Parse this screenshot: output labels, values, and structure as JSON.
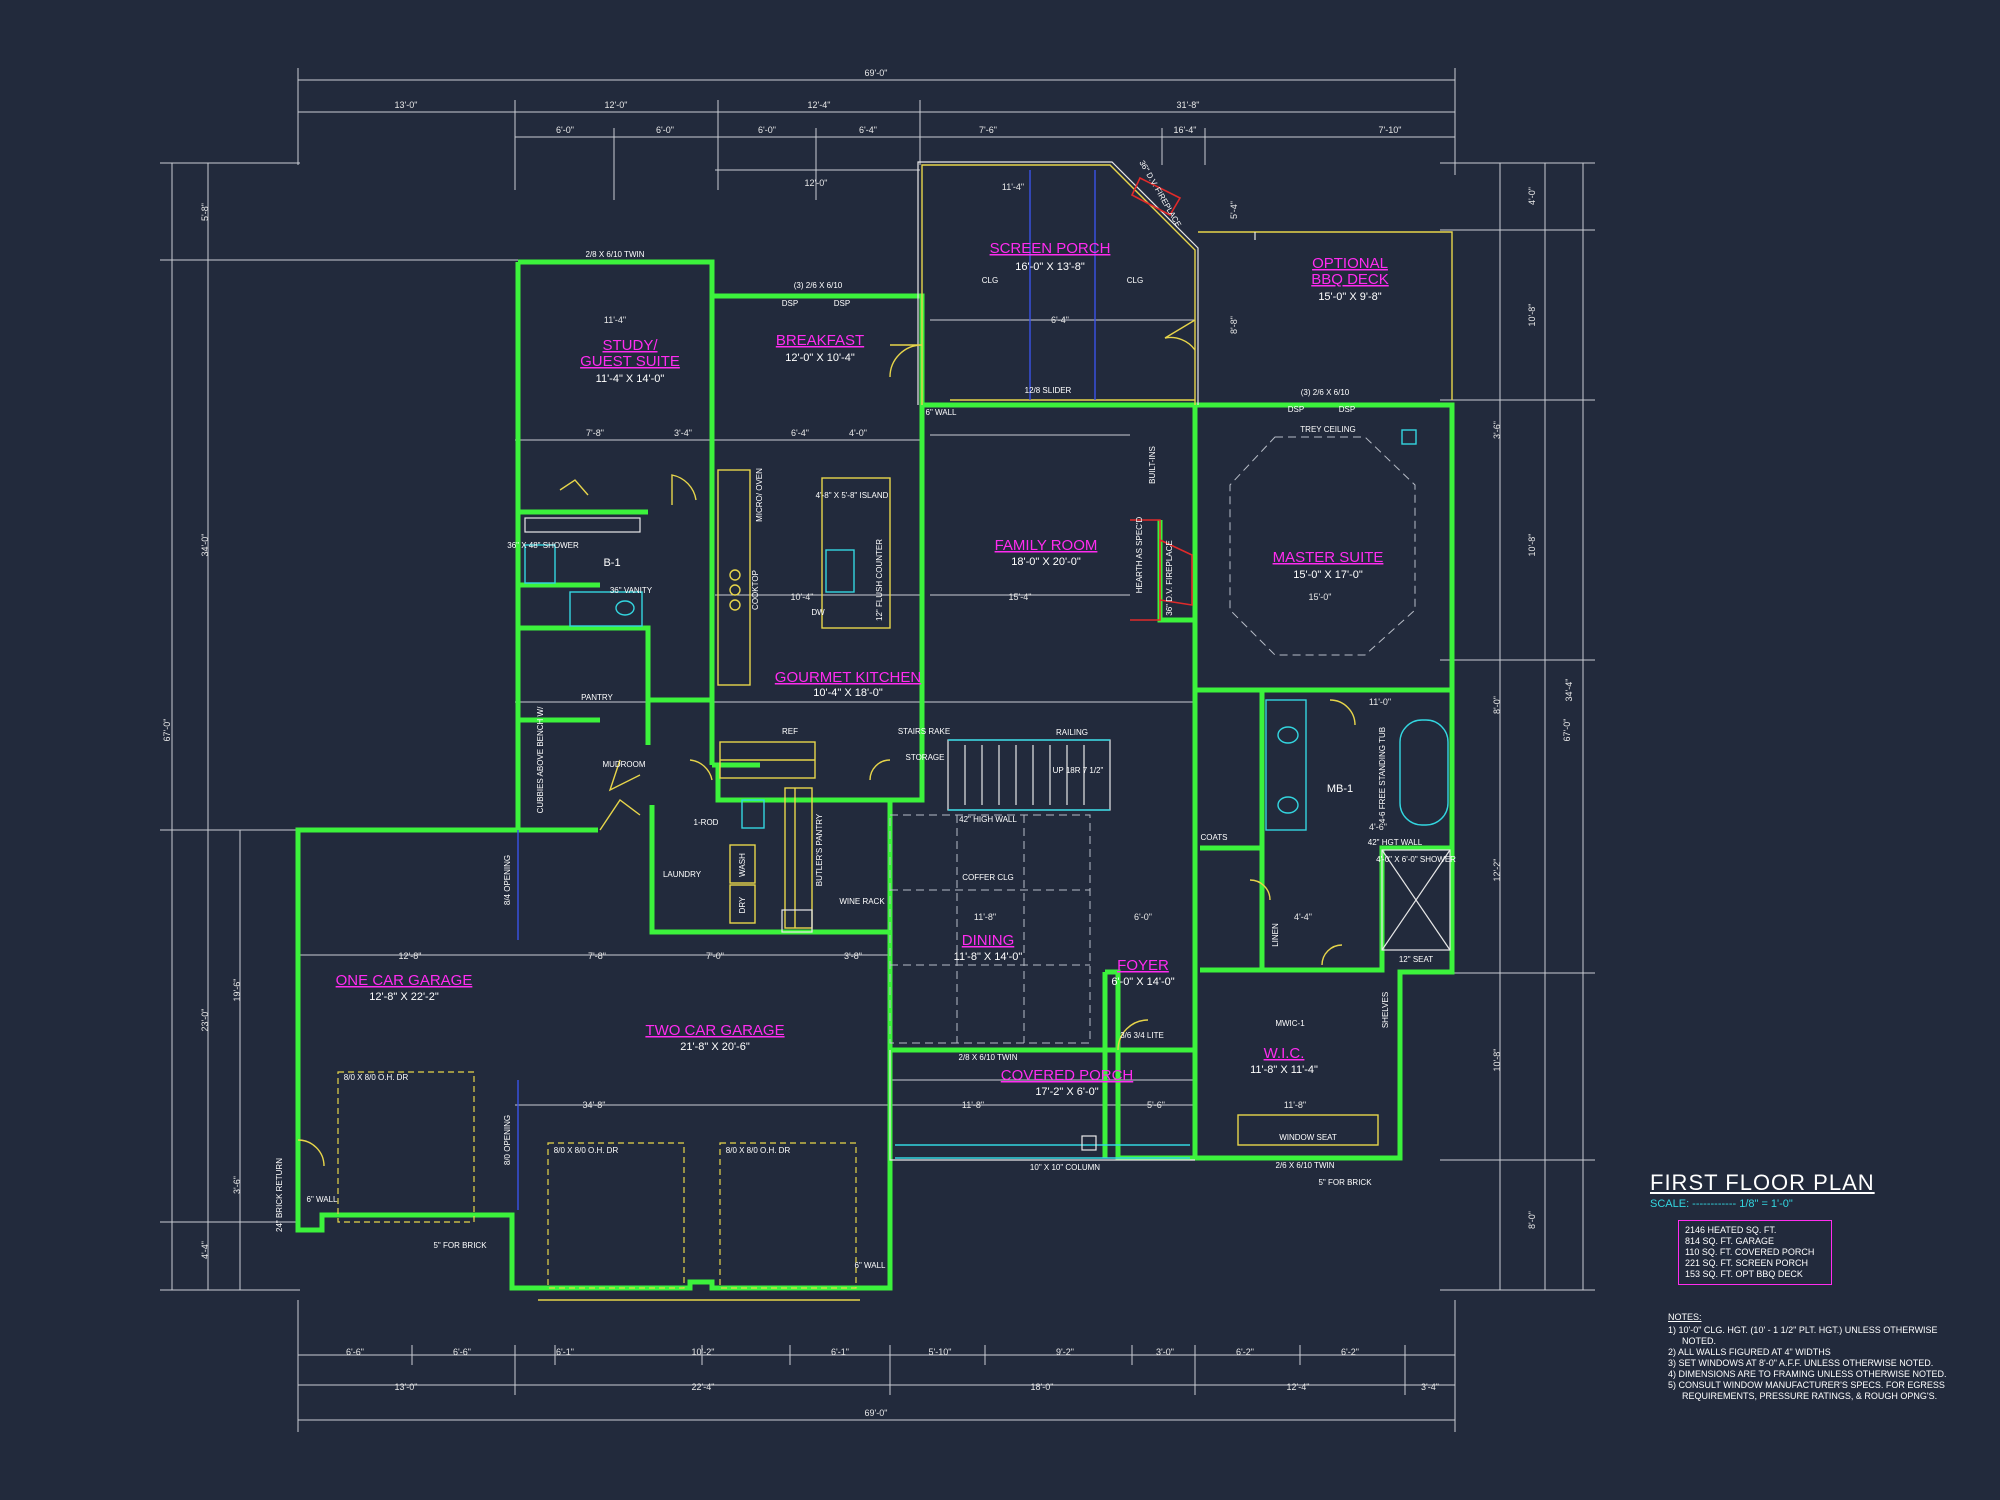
{
  "overall_width": "69'-0\"",
  "overall_depth": "67'-0\"",
  "top_dims_tier1": [
    "13'-0\"",
    "12'-0\"",
    "12'-4\"",
    "31'-8\""
  ],
  "top_dims_tier2": [
    "6'-0\"",
    "6'-0\"",
    "6'-0\"",
    "6'-4\"",
    "7'-6\"",
    "16'-4\"",
    "7'-10\""
  ],
  "bottom_dims_tier1": [
    "6'-6\"",
    "6'-6\"",
    "6'-1\"",
    "10'-2\"",
    "6'-1\"",
    "5'-10\"",
    "9'-2\"",
    "3'-0\"",
    "6'-2\"",
    "6'-2\""
  ],
  "bottom_dims_tier2": [
    "13'-0\"",
    "22'-4\"",
    "18'-0\"",
    "12'-4\"",
    "3'-4\""
  ],
  "left_dims_tier1": [
    "5'-8\"",
    "34'-0\"",
    "23'-0\"",
    "4'-4\""
  ],
  "left_dims_tier2": [
    "19'-6\"",
    "3'-6\""
  ],
  "right_dims_tier1": [
    "4'-0\"",
    "10'-8\"",
    "10'-8\"",
    "34'-4\"",
    "8'-0\""
  ],
  "right_dims_tier2": [
    "5'-4\"",
    "8'-8\"",
    "3'-6\"",
    "8'-0\"",
    "12'-2\"",
    "10'-8\""
  ],
  "rooms": [
    {
      "name": "SCREEN PORCH",
      "size": "16'-0\" X 13'-8\""
    },
    {
      "name": "OPTIONAL",
      "name2": "BBQ DECK",
      "size": "15'-0\" X 9'-8\""
    },
    {
      "name": "STUDY/",
      "name2": "GUEST SUITE",
      "size": "11'-4\" X 14'-0\""
    },
    {
      "name": "BREAKFAST",
      "size": "12'-0\" X 10'-4\""
    },
    {
      "name": "FAMILY ROOM",
      "size": "18'-0\" X 20'-0\""
    },
    {
      "name": "MASTER SUITE",
      "size": "15'-0\" X 17'-0\""
    },
    {
      "name": "GOURMET KITCHEN",
      "size": "10'-4\" X 18'-0\""
    },
    {
      "name": "ONE CAR GARAGE",
      "size": "12'-8\" X 22'-2\""
    },
    {
      "name": "TWO CAR GARAGE",
      "size": "21'-8\" X 20'-6\""
    },
    {
      "name": "DINING",
      "size": "11'-8\" X 14'-0\""
    },
    {
      "name": "FOYER",
      "size": "6'-0\" X 14'-0\""
    },
    {
      "name": "COVERED PORCH",
      "size": "17'-2\" X 6'-0\""
    },
    {
      "name": "W.I.C.",
      "size": "11'-8\" X 11'-4\""
    }
  ],
  "labels": {
    "b1": "B-1",
    "mb1": "MB-1",
    "mudroom": "MUDROOM",
    "laundry": "LAUNDRY",
    "mwic": "MWIC-1",
    "pantry": "PANTRY",
    "storage": "STORAGE",
    "shower": "36\" X 48\" SHOWER",
    "vanity": "36\" VANITY",
    "island": "4'-8\" X 5'-8\" ISLAND",
    "cooktop": "COOKTOP",
    "oven": "MICRO/ OVEN",
    "dw": "DW",
    "ref": "REF",
    "wash": "WASH",
    "dry": "DRY",
    "butlers": "BUTLER'S PANTRY",
    "wine": "WINE RACK",
    "coffer": "COFFER CLG",
    "high_wall": "42\" HIGH WALL",
    "railing": "RAILING",
    "stairs_rake": "STAIRS RAKE",
    "up": "UP 18R 7 1/2\"",
    "trey": "TREY CEILING",
    "fireplace": "36\" D.V. FIREPLACE",
    "fireplace2": "36\" D.V. FIREPLACE",
    "hearth": "HEARTH AS SPEC'D",
    "built_ins": "BUILT-INS",
    "clg": "CLG",
    "slider": "12/8 SLIDER",
    "twin_study": "2/8 X 6/10 TWIN",
    "triple_bkf": "(3) 2/6 X 6/10",
    "dsp": "DSP",
    "triple_ms": "(3) 2/6 X 6/10",
    "twin_porch": "2/8 X 6/10 TWIN",
    "twin_wic": "2/6 X 6/10 TWIN",
    "oh_dr_1": "8/0 X 8/0 O.H. DR",
    "oh_dr_2": "8/0 X 8/0 O.H. DR",
    "oh_dr_3": "8/0 X 8/0 O.H. DR",
    "column": "10\" X 10\" COLUMN",
    "brick_1": "5\" FOR BRICK",
    "brick_2": "5\" FOR BRICK",
    "brick_return": "24\" BRICK RETURN",
    "wall_6a": "6\" WALL",
    "wall_6b": "6\" WALL",
    "wall_6c": "6\" WALL",
    "window_seat": "WINDOW SEAT",
    "shelves": "SHELVES",
    "linen": "LINEN",
    "coats": "COATS",
    "cubbies": "CUBBIES ABOVE BENCH W/",
    "hall_8": "8/4 OPENING",
    "opening_8": "8/0 OPENING",
    "freestanding_tub": "4-6 FREE STANDING TUB",
    "shower_ms": "4'-0\" X 6'-0\" SHOWER",
    "seat": "12\" SEAT",
    "hgt_wall": "42\" HGT WALL",
    "lite": "3/6 3/4 LITE",
    "rod": "1-ROD",
    "rush_counter": "12\" FLUSH COUNTER"
  },
  "interior_dims": [
    "11'-4\"",
    "7'-8\"",
    "3'-4\"",
    "12'-0\"",
    "6'-4\"",
    "4'-0\"",
    "11'-4\"",
    "6'-4\"",
    "15'-4\"",
    "10'-4\"",
    "15'-0\"",
    "12'-8\"",
    "7'-8\"",
    "7'-0\"",
    "3'-8\"",
    "34'-8\"",
    "11'-8\"",
    "6'-0\"",
    "11'-8\"",
    "5'-6\"",
    "11'-8\"",
    "4'-4\"",
    "11'-0\"",
    "4'-6\""
  ],
  "title_block": {
    "title": "FIRST FLOOR PLAN",
    "scale": "SCALE: ------------ 1/8\" = 1'-0\""
  },
  "areas": [
    "2146 HEATED SQ. FT.",
    "814 SQ. FT. GARAGE",
    "110 SQ. FT. COVERED PORCH",
    "221 SQ. FT. SCREEN PORCH",
    "153 SQ. FT. OPT BBQ DECK"
  ],
  "notes_heading": "NOTES:",
  "notes": [
    "1)  10'-0\" CLG. HGT. (10' - 1 1/2\" PLT. HGT.) UNLESS OTHERWISE NOTED.",
    "2)  ALL WALLS FIGURED AT 4\" WIDTHS",
    "3)  SET WINDOWS AT 8'-0\" A.F.F. UNLESS OTHERWISE NOTED.",
    "4)  DIMENSIONS ARE TO FRAMING UNLESS OTHERWISE NOTED.",
    "5)  CONSULT WINDOW MANUFACTURER'S SPECS. FOR EGRESS REQUIREMENTS, PRESSURE RATINGS, & ROUGH OPNG'S."
  ]
}
